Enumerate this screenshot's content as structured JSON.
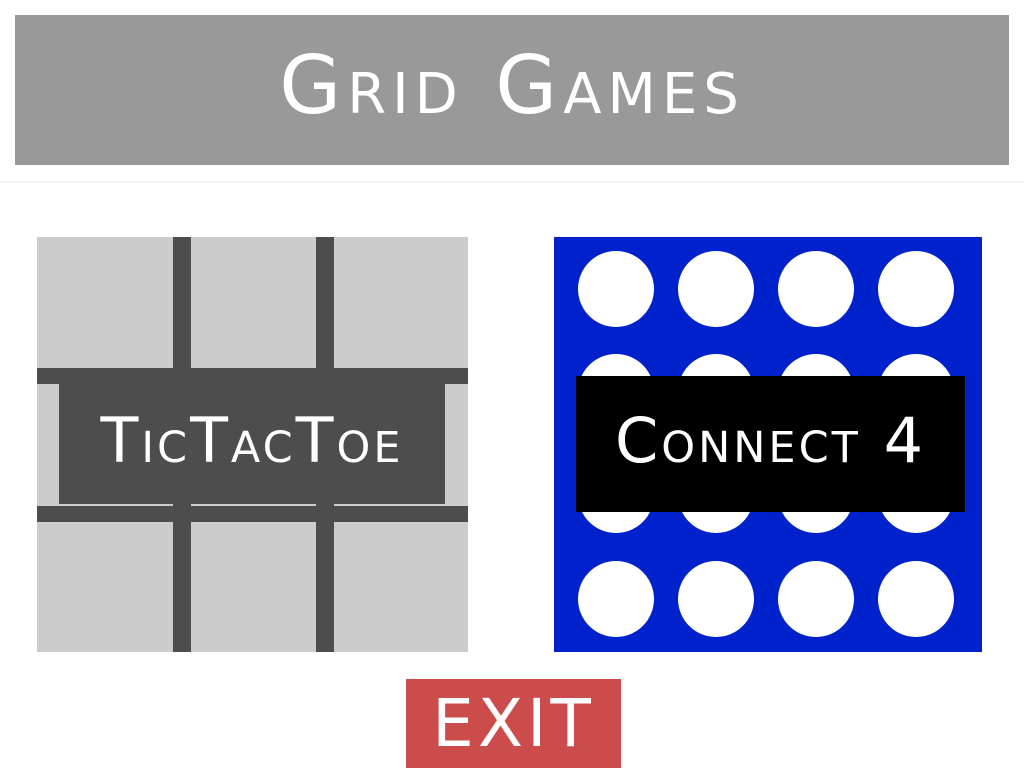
{
  "app": {
    "title": "Grid Games"
  },
  "tiles": {
    "tictactoe": {
      "label": "TicTacToe"
    },
    "connect4": {
      "label": "Connect 4"
    }
  },
  "exit": {
    "label": "EXIT"
  },
  "colors": {
    "header_bg": "#999999",
    "header_text": "#ffffff",
    "ttt_bg": "#cccccc",
    "ttt_lines": "#4d4d4d",
    "ttt_label_bg": "#4d4d4d",
    "c4_board": "#0022cc",
    "c4_hole": "#ffffff",
    "c4_label_bg": "#000000",
    "exit_bg": "#cc4c4c",
    "exit_text": "#ffffff"
  }
}
